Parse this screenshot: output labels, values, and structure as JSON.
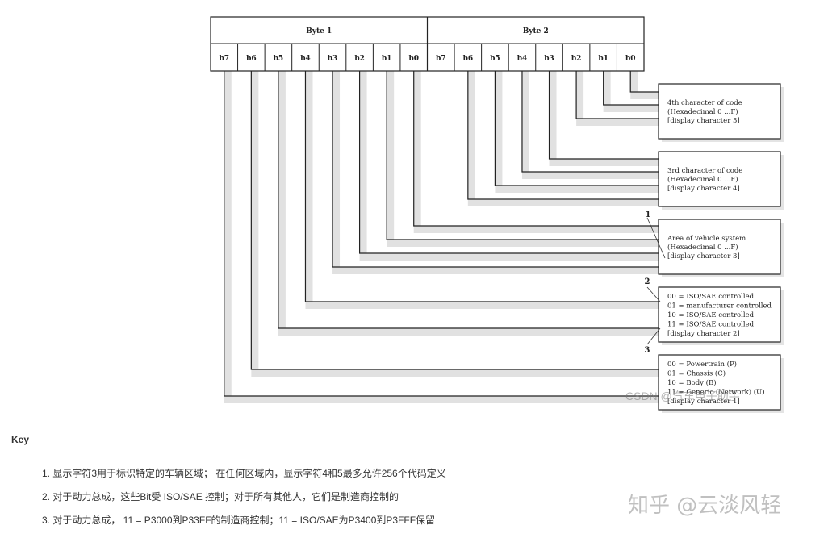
{
  "diagram": {
    "byte_headers": [
      "Byte 1",
      "Byte 2"
    ],
    "bit_labels": [
      "b7",
      "b6",
      "b5",
      "b4",
      "b3",
      "b2",
      "b1",
      "b0"
    ],
    "boxes": [
      {
        "lines": [
          "4th character of code",
          "(Hexadecimal 0 ...F)",
          "[display character 5]"
        ]
      },
      {
        "lines": [
          "3rd character of code",
          "(Hexadecimal 0 ...F)",
          "[display character 4]"
        ]
      },
      {
        "lines": [
          "Area of vehicle system",
          "(Hexadecimal 0 ...F)",
          "[display character 3]"
        ]
      },
      {
        "lines": [
          "00 = ISO/SAE controlled",
          "01 = manufacturer controlled",
          "10 = ISO/SAE controlled",
          "11 = ISO/SAE controlled",
          "[display character 2]"
        ]
      },
      {
        "lines": [
          "00 = Powertrain (P)",
          "01 = Chassis (C)",
          "10 = Body (B)",
          "11 = Generic (Network) (U)",
          "[display character 1]"
        ]
      }
    ],
    "callouts": [
      "1",
      "2",
      "3"
    ]
  },
  "key": {
    "title": "Key",
    "items": [
      "1. 显示字符3用于标识特定的车辆区域； 在任何区域内，显示字符4和5最多允许256个代码定义",
      "2. 对于动力总成，这些Bit受 ISO/SAE 控制；对于所有其他人，它们是制造商控制的",
      "3. 对于动力总成， 11 = P3000到P33FF的制造商控制；11 = ISO/SAE为P3400到P3FFF保留"
    ]
  },
  "watermarks": {
    "diagram": "CSDN @汽车电子助手",
    "main": "知乎 @云淡风轻"
  }
}
